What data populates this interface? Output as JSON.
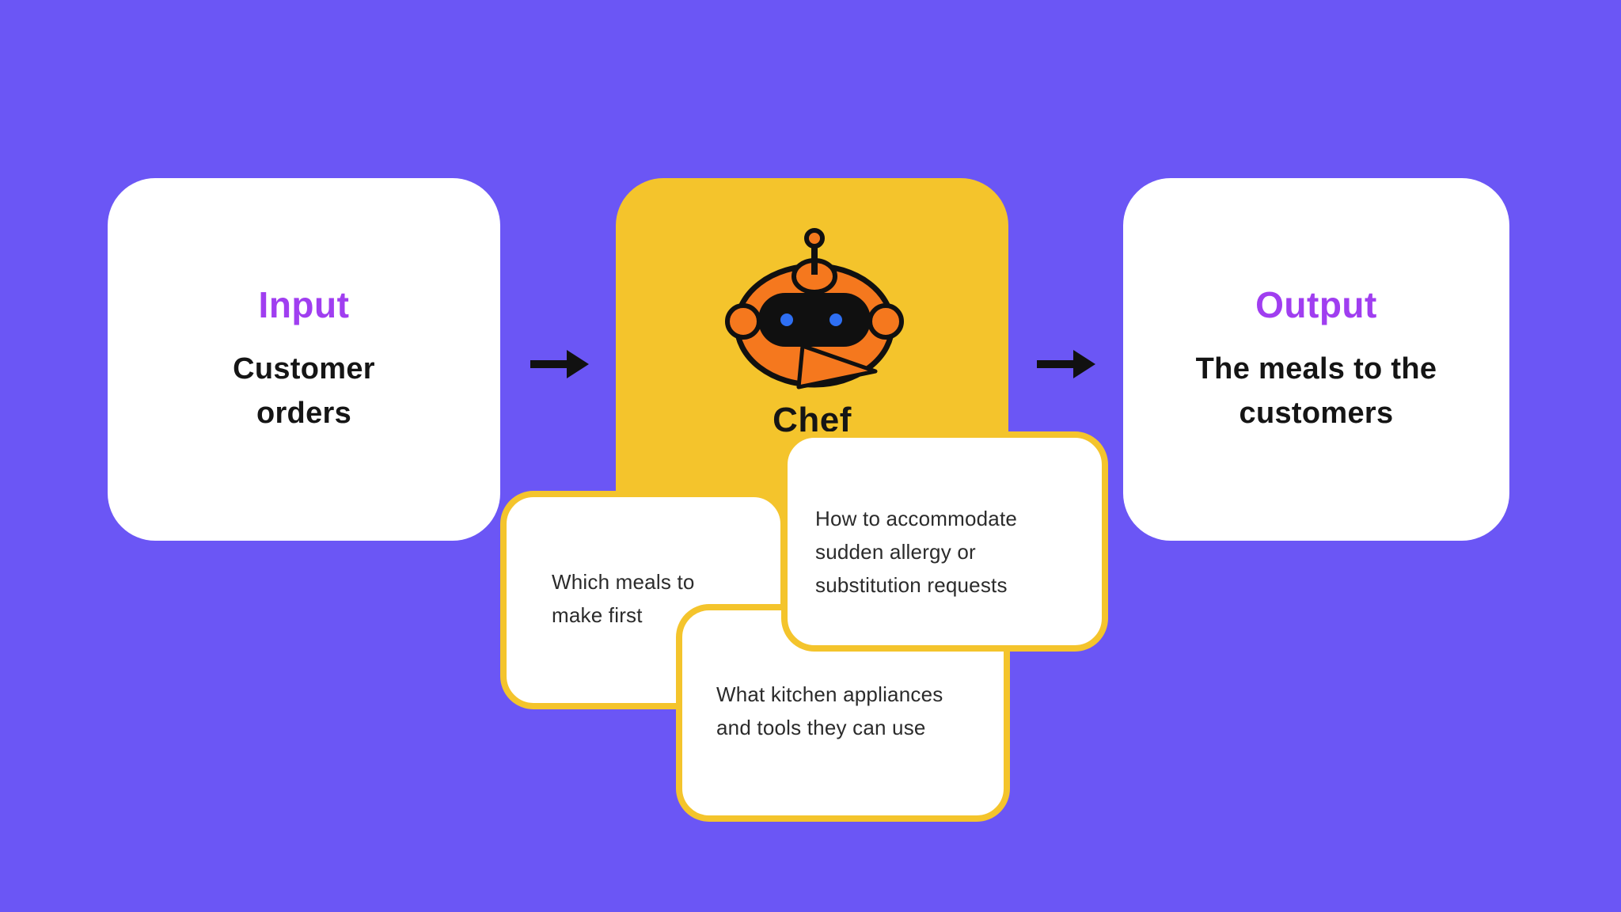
{
  "colors": {
    "bg": "#6B56F5",
    "card": "#FFFFFF",
    "yellow": "#F4C42C",
    "accent": "#A03EF0",
    "ink": "#151515",
    "note-ink": "#2B2B2B",
    "robot-orange": "#F5781E",
    "robot-eye": "#2E6FF3",
    "arrow": "#111111"
  },
  "cards": {
    "input": {
      "heading": "Input",
      "body_lines": [
        "Customer",
        "orders"
      ]
    },
    "chef": {
      "label": "Chef",
      "icon": "robot-chef-icon"
    },
    "output": {
      "heading": "Output",
      "body_lines": [
        "The meals to the",
        "customers"
      ]
    }
  },
  "notes": [
    {
      "lines": [
        "Which meals to",
        "make first"
      ]
    },
    {
      "lines": [
        "How to accommodate",
        "sudden allergy or",
        "substitution requests"
      ]
    },
    {
      "lines": [
        "What kitchen appliances",
        "and tools they can use"
      ]
    }
  ],
  "icons": {
    "left_arrow": "arrow-right-icon",
    "right_arrow": "arrow-right-icon"
  }
}
